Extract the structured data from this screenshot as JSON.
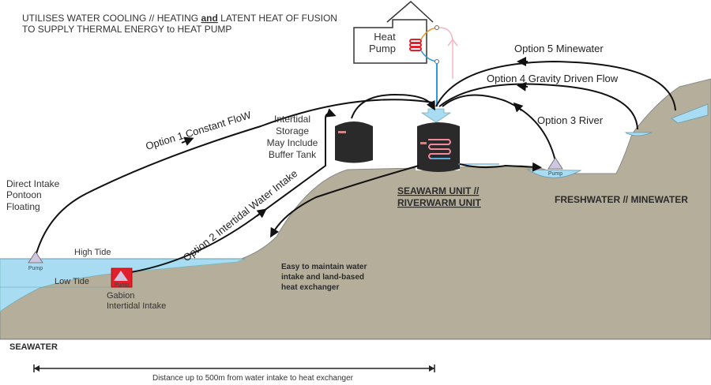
{
  "header": {
    "line1_prefix": "UTILISES WATER COOLING // HEATING ",
    "line1_emph": "and",
    "line1_suffix": " LATENT HEAT OF FUSION",
    "line2": "TO SUPPLY THERMAL ENERGY to HEAT PUMP"
  },
  "heat_pump": {
    "line1": "Heat",
    "line2": "Pump"
  },
  "options": {
    "option1": "Option 1 Constant FloW",
    "option2": "Option 2 Intertidal Water Intake",
    "option3": "Option 3 River",
    "option4": "Option 4 Gravity Driven Flow",
    "option5": "Option 5 Minewater"
  },
  "direct_intake": [
    "Direct Intake",
    "Pontoon",
    "Floating"
  ],
  "intertidal_storage": [
    "Intertidal",
    "Storage",
    "May Include",
    "Buffer Tank"
  ],
  "tides": {
    "high": "High Tide",
    "low": "Low Tide"
  },
  "pump_label": "Pump",
  "gabion": [
    "Gabion",
    "Intertidal Intake"
  ],
  "seawarm_unit": [
    "SEAWARM UNIT //",
    "RIVERWARM UNIT"
  ],
  "freshwater_label": "FRESHWATER // MINEWATER",
  "maintain_note": [
    "Easy to maintain water",
    "intake and land-based",
    "heat exchanger"
  ],
  "seawater_label": "SEAWATER",
  "distance_note": "Distance up to 500m from water intake to heat exchanger",
  "colors": {
    "ground": "#b5ae9b",
    "water": "#a8dcf2",
    "pump_red": "#e0202a",
    "pump_triangle": "#cfc7e0",
    "tank": "#2a2a2a",
    "coil_hot": "#f08a9a",
    "coil_cold": "#5aa9e0",
    "return_pink": "#f2b8c0",
    "pipe_blue": "#2b9ad6"
  }
}
